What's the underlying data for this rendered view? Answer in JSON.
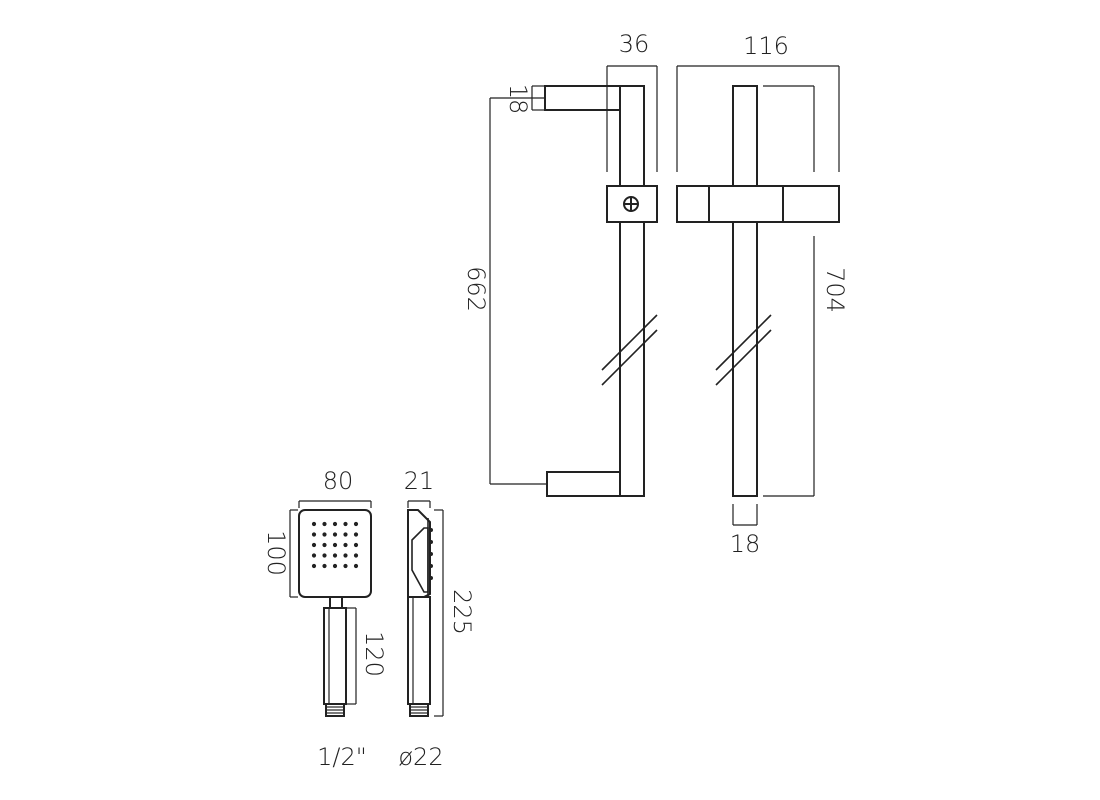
{
  "drawing": {
    "dimensions": {
      "bracket_depth": "36",
      "bracket_width": "116",
      "bracket_height": "18",
      "rail_length_side": "662",
      "rail_length_front": "704",
      "rail_width": "18",
      "head_width": "80",
      "head_depth": "21",
      "head_height": "100",
      "handle_length": "120",
      "handset_length": "225",
      "thread_size": "1/2\"",
      "hose_diameter": "ø22"
    },
    "colors": {
      "line": "#222222",
      "background": "#ffffff"
    },
    "head_nozzle_grid": {
      "rows": 5,
      "cols": 5
    }
  }
}
